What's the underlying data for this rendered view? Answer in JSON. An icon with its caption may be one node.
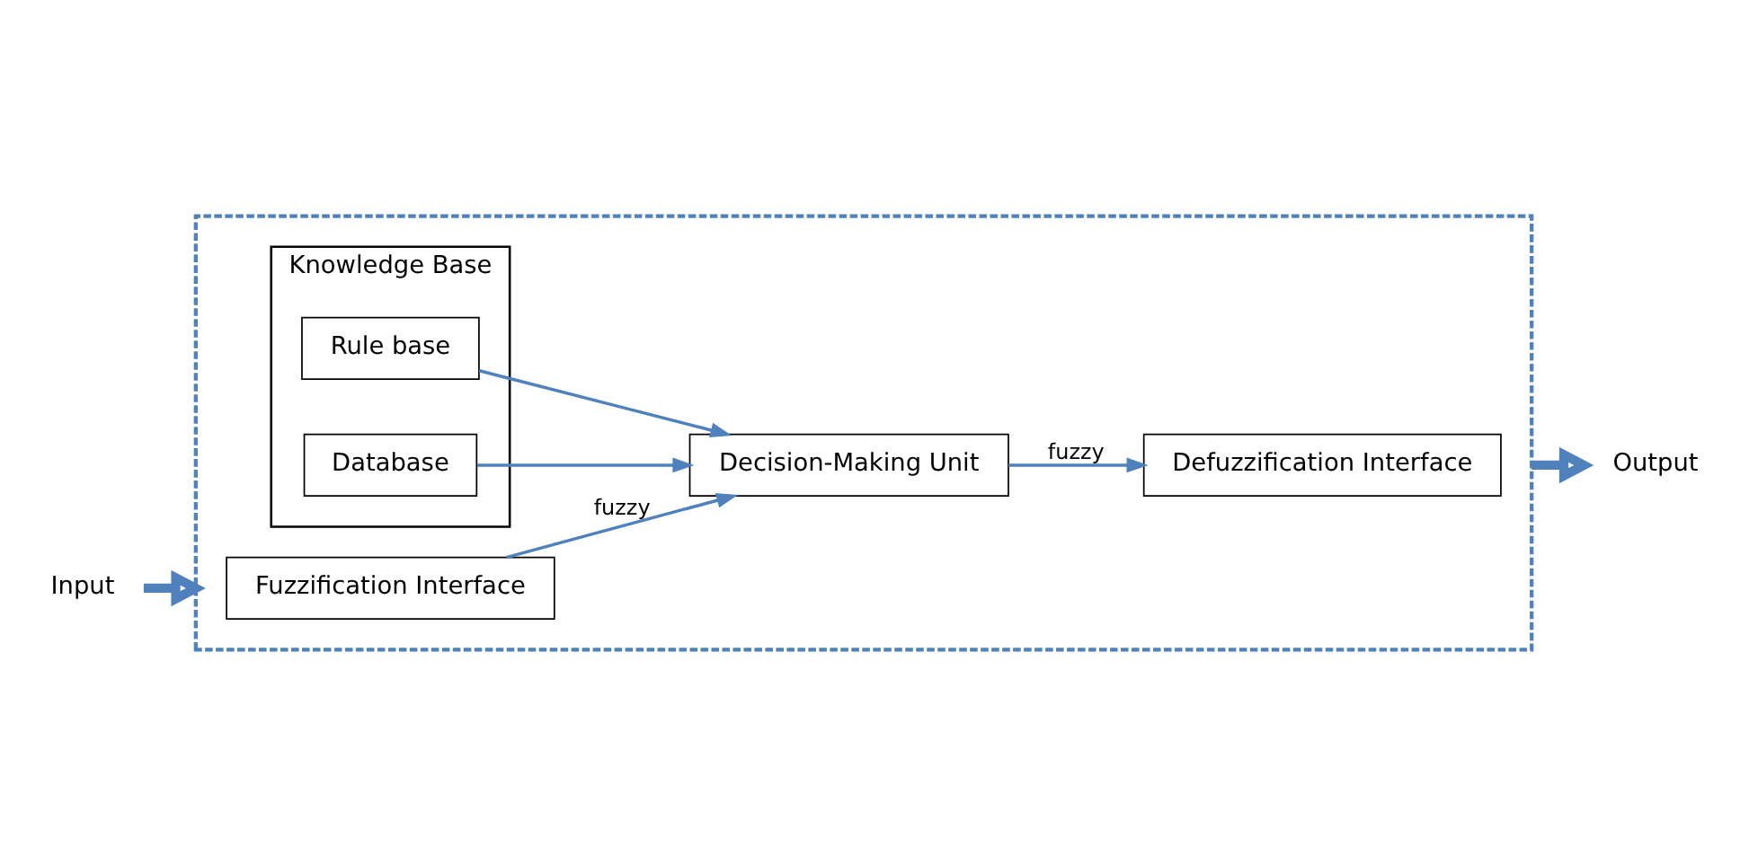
{
  "diagram": {
    "nodes": [
      {
        "text": [],
        "shape": "box"
      },
      {
        "text": [
          "Input"
        ]
      },
      {
        "text": [
          "Fuzzification Interface"
        ],
        "in": 0
      },
      {
        "text": [
          "Knowledge Base"
        ],
        "in": 0
      },
      {
        "text": [
          "Database"
        ],
        "in": 3
      },
      {
        "text": [
          "Rule base"
        ],
        "in": 3
      },
      {
        "text": [
          "Defuzzification Interface"
        ],
        "in": 0
      },
      {
        "text": [
          "Decision-Making Unit"
        ],
        "in": 0
      },
      {
        "text": [
          "Output"
        ]
      }
    ],
    "edges": [
      {
        "from": 1,
        "to": 0,
        "arrow": "to",
        "style": "thick"
      },
      {
        "from": 2,
        "to": 7,
        "arrow": "to",
        "label": "fuzzy"
      },
      {
        "from": 4,
        "to": 7,
        "arrow": "to"
      },
      {
        "from": 5,
        "to": 7,
        "arrow": "to"
      },
      {
        "from": 7,
        "to": 6,
        "arrow": "to",
        "label": "fuzzy"
      },
      {
        "from": 0,
        "to": 8,
        "arrow": "to",
        "style": "thick"
      }
    ]
  }
}
